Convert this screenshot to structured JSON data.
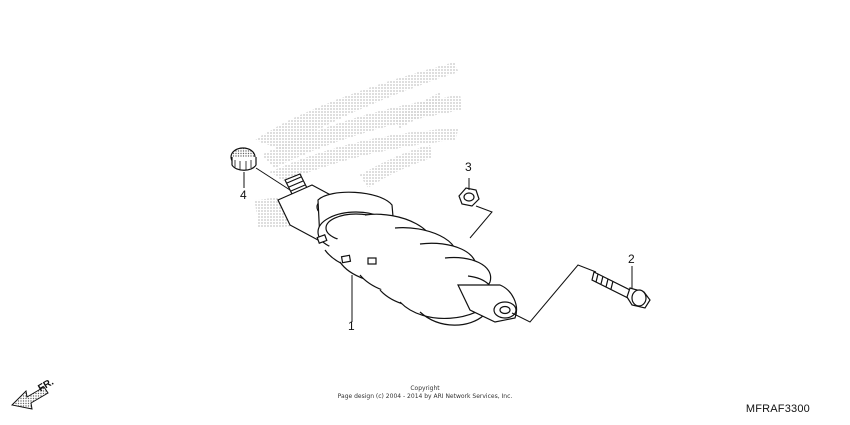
{
  "callouts": [
    {
      "number": "1",
      "part": "rear-shock-absorber"
    },
    {
      "number": "2",
      "part": "flange-bolt"
    },
    {
      "number": "3",
      "part": "flange-nut"
    },
    {
      "number": "4",
      "part": "rubber-cap"
    }
  ],
  "direction": {
    "label": "FR.",
    "icon": "front-direction-arrow-icon"
  },
  "copyright": {
    "line1": "Copyright",
    "line2": "Page design (c) 2004 - 2014 by ARI Network Services, Inc."
  },
  "diagram_code": "MFRAF3300",
  "colors": {
    "line": "#111111",
    "stipple": "#9a9a9a"
  }
}
